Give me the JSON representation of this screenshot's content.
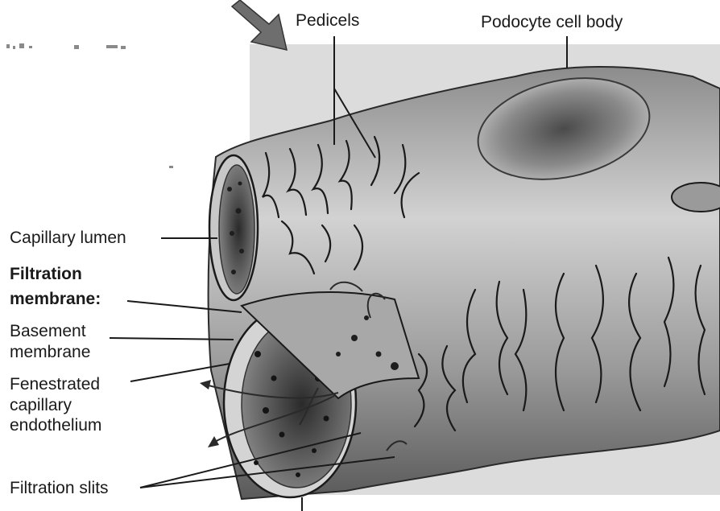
{
  "labels": {
    "pedicels": "Pedicels",
    "podocyte_cell_body": "Podocyte cell body",
    "capillary_lumen": "Capillary lumen",
    "filtration_membrane_1": "Filtration",
    "filtration_membrane_2": "membrane:",
    "basement_membrane_1": "Basement",
    "basement_membrane_2": "membrane",
    "fenestrated_1": "Fenestrated",
    "fenestrated_2": "capillary",
    "fenestrated_3": "endothelium",
    "filtration_slits": "Filtration slits"
  },
  "colors": {
    "background_panel": "#dcdcdc",
    "tissue_light": "#cfcfcf",
    "tissue_dark": "#3a3a3a",
    "line": "#1a1a1a"
  },
  "icons": {
    "big_arrow": "arrow-down-right-icon"
  }
}
